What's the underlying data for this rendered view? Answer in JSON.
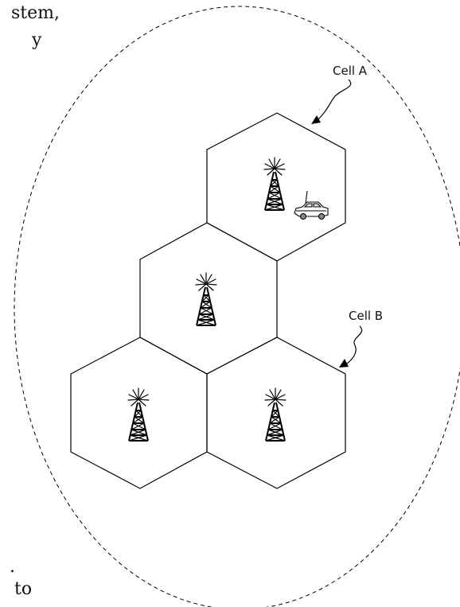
{
  "page_text": {
    "top_line_1": "stem,",
    "top_line_2": "y",
    "bottom_line_1": ".",
    "bottom_line_2": "to"
  },
  "labels": {
    "cell_a": "Cell A",
    "cell_b": "Cell B"
  },
  "icons": {
    "tower": "cell-tower-icon",
    "vehicle": "car-icon"
  },
  "colors": {
    "stroke": "#000000",
    "background": "#ffffff"
  }
}
